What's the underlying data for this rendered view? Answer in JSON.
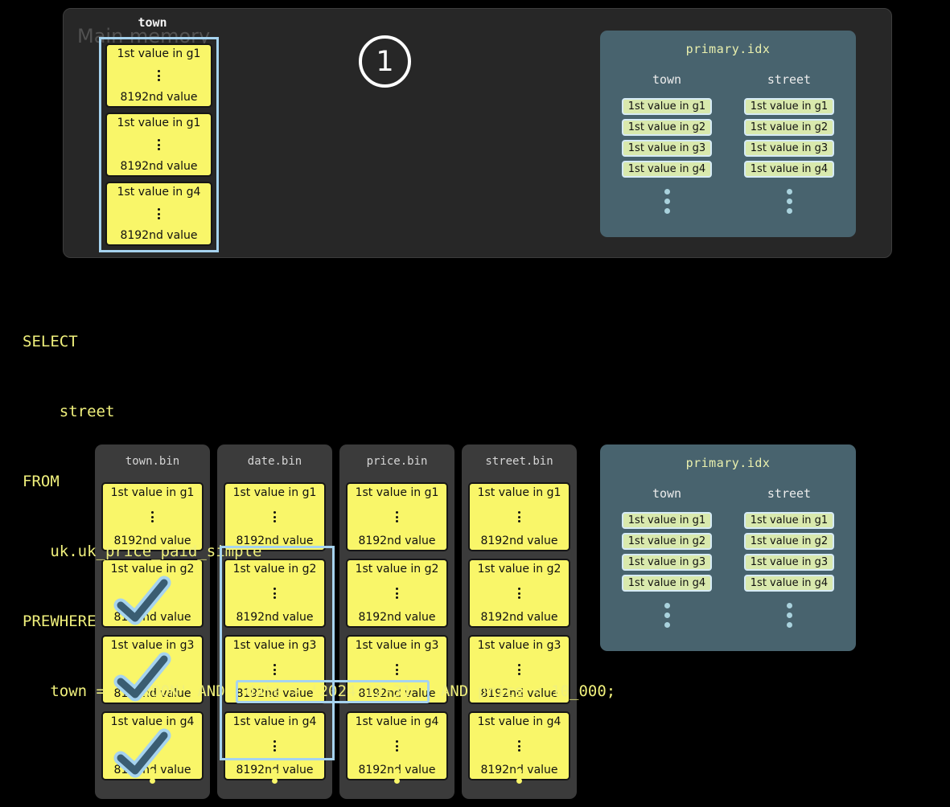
{
  "colors": {
    "background": "#000000",
    "memory_panel": "#272727",
    "bin_panel": "#3b3b3b",
    "idx_panel": "#48636e",
    "block_yellow": "#f9f669",
    "chip_green": "#d9e9ad",
    "highlight_blue": "#a6d3ef",
    "check_dark": "#3a5d72",
    "sql_yellow": "#f0f07c"
  },
  "main_memory": {
    "label": "Main memory",
    "column_label": "town",
    "blocks": [
      {
        "first": "1st value in g1",
        "last": "8192nd value"
      },
      {
        "first": "1st value in g1",
        "last": "8192nd value"
      },
      {
        "first": "1st value in g4",
        "last": "8192nd value"
      }
    ]
  },
  "step_badge": {
    "number": "1"
  },
  "primary_idx": {
    "title": "primary.idx",
    "columns": [
      {
        "header": "town",
        "entries": [
          "1st value in g1",
          "1st value in g2",
          "1st value in g3",
          "1st value in g4"
        ]
      },
      {
        "header": "street",
        "entries": [
          "1st value in g1",
          "1st value in g2",
          "1st value in g3",
          "1st value in g4"
        ]
      }
    ]
  },
  "sql": {
    "lines": [
      "SELECT",
      "    street",
      "FROM",
      "   uk.uk_price_paid_simple",
      "PREWHERE"
    ],
    "last_line": {
      "before": "   town = 'LONDON' AND ",
      "highlighted": "date > '2024-12-31'",
      "after": " AND price < 10_000;"
    }
  },
  "bins": [
    {
      "name": "town.bin",
      "blocks": [
        {
          "first": "1st value in g1",
          "last": "8192nd value",
          "checked": false
        },
        {
          "first": "1st value in g2",
          "last": "8192nd value",
          "checked": true
        },
        {
          "first": "1st value in g3",
          "last": "8192nd value",
          "checked": true
        },
        {
          "first": "1st value in g4",
          "last": "8192nd value",
          "checked": true
        }
      ]
    },
    {
      "name": "date.bin",
      "blocks": [
        {
          "first": "1st value in g1",
          "last": "8192nd value",
          "highlighted": false
        },
        {
          "first": "1st value in g2",
          "last": "8192nd value",
          "highlighted": true
        },
        {
          "first": "1st value in g3",
          "last": "8192nd value",
          "highlighted": true
        },
        {
          "first": "1st value in g4",
          "last": "8192nd value",
          "highlighted": true
        }
      ]
    },
    {
      "name": "price.bin",
      "blocks": [
        {
          "first": "1st value in g1",
          "last": "8192nd value"
        },
        {
          "first": "1st value in g2",
          "last": "8192nd value"
        },
        {
          "first": "1st value in g3",
          "last": "8192nd value"
        },
        {
          "first": "1st value in g4",
          "last": "8192nd value"
        }
      ]
    },
    {
      "name": "street.bin",
      "blocks": [
        {
          "first": "1st value in g1",
          "last": "8192nd value"
        },
        {
          "first": "1st value in g2",
          "last": "8192nd value"
        },
        {
          "first": "1st value in g3",
          "last": "8192nd value"
        },
        {
          "first": "1st value in g4",
          "last": "8192nd value"
        }
      ]
    }
  ]
}
